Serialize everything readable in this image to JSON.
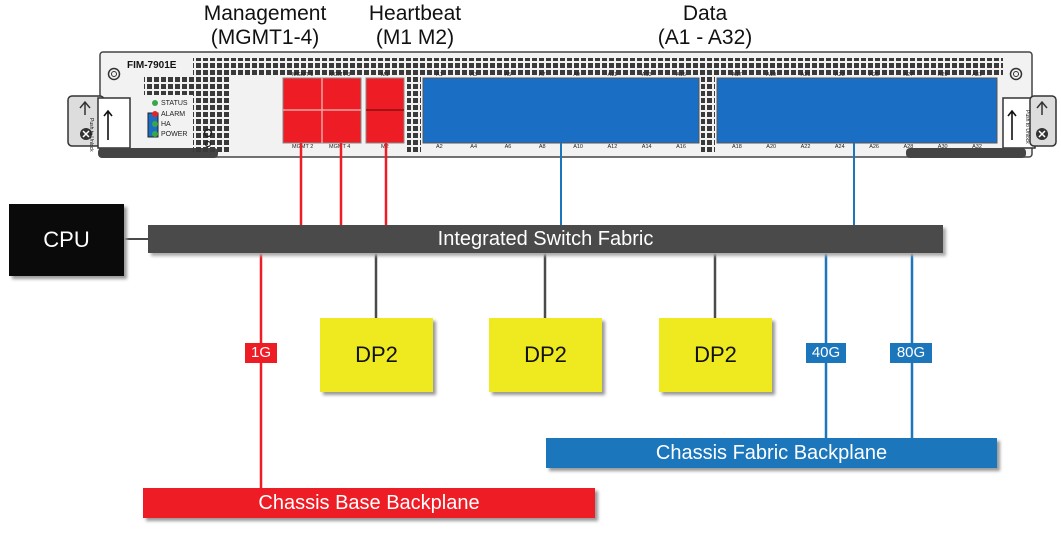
{
  "headers": {
    "management": [
      "Management",
      "(MGMT1-4)"
    ],
    "heartbeat": [
      "Heartbeat",
      "(M1 M2)"
    ],
    "data": [
      "Data",
      "(A1 - A32)"
    ]
  },
  "module": {
    "model": "FIM-7901E",
    "leds": [
      {
        "label": "STATUS",
        "color": "#3aa64a"
      },
      {
        "label": "ALARM",
        "color": "#e0262b"
      },
      {
        "label": "HA",
        "color": "#3aa64a"
      },
      {
        "label": "POWER",
        "color": "#3aa64a"
      }
    ],
    "mgmt_ports_top": [
      "MGMT 1",
      "MGMT 3"
    ],
    "mgmt_ports_bottom": [
      "MGMT 2",
      "MGMT 4"
    ],
    "hb_port_top": "M1",
    "hb_port_bottom": "M2",
    "data_ports_top_left": [
      "A1",
      "A3",
      "A5",
      "A7",
      "A9",
      "A11",
      "A13",
      "A15"
    ],
    "data_ports_bottom_left": [
      "A2",
      "A4",
      "A6",
      "A8",
      "A10",
      "A12",
      "A14",
      "A16"
    ],
    "data_ports_top_right": [
      "A17",
      "A19",
      "A21",
      "A23",
      "A25",
      "A27",
      "A29",
      "A31"
    ],
    "data_ports_bottom_right": [
      "A18",
      "A20",
      "A22",
      "A24",
      "A26",
      "A28",
      "A30",
      "A32"
    ],
    "unlock_text": "Push to Unlock"
  },
  "diagram": {
    "cpu": "CPU",
    "fabric": "Integrated Switch Fabric",
    "dp": [
      "DP2",
      "DP2",
      "DP2"
    ],
    "tag_1g": "1G",
    "tag_40g": "40G",
    "tag_80g": "80G",
    "chassis_fabric": "Chassis Fabric Backplane",
    "chassis_base": "Chassis Base Backplane"
  },
  "colors": {
    "red": "#ee1c25",
    "blue": "#1b76bc",
    "port_blue": "#1a6fc4",
    "yellow": "#eeea1f",
    "fabric_gray": "#4a4a4a",
    "cpu_black": "#0a0a0a"
  }
}
